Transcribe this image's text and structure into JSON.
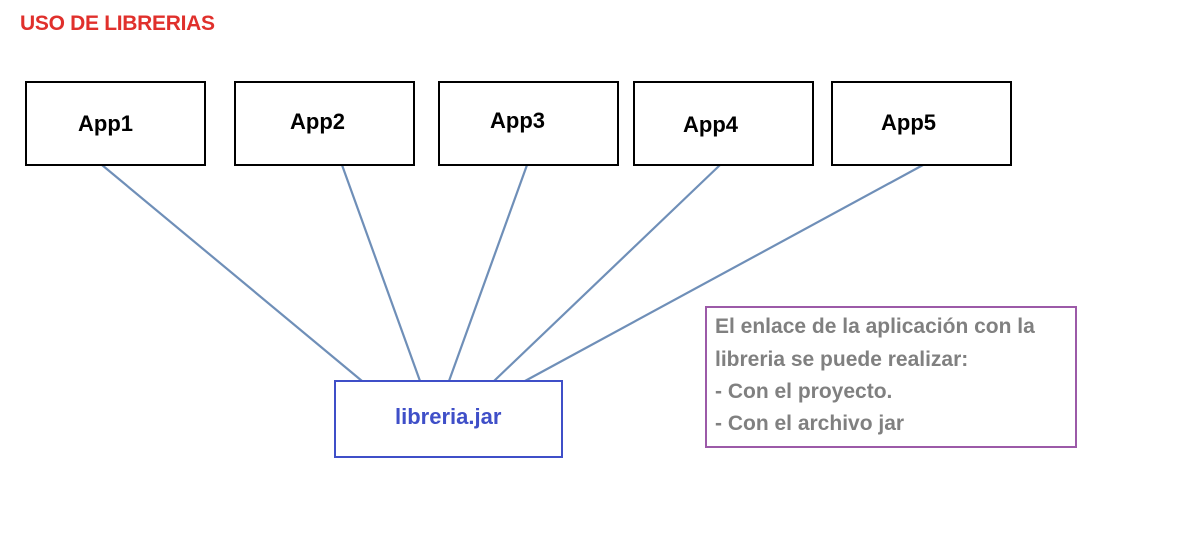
{
  "title": "USO DE LIBRERIAS",
  "apps": [
    "App1",
    "App2",
    "App3",
    "App4",
    "App5"
  ],
  "library": "libreria.jar",
  "note": {
    "lines": [
      "El enlace de la aplicación con la",
      "libreria se puede realizar:",
      "- Con el proyecto.",
      "- Con el archivo jar"
    ]
  },
  "colors": {
    "title": "#e0302c",
    "library": "#3f4fc8",
    "note_border": "#9c5aa8",
    "note_text": "#808080",
    "connector": "#6f8fb8"
  }
}
